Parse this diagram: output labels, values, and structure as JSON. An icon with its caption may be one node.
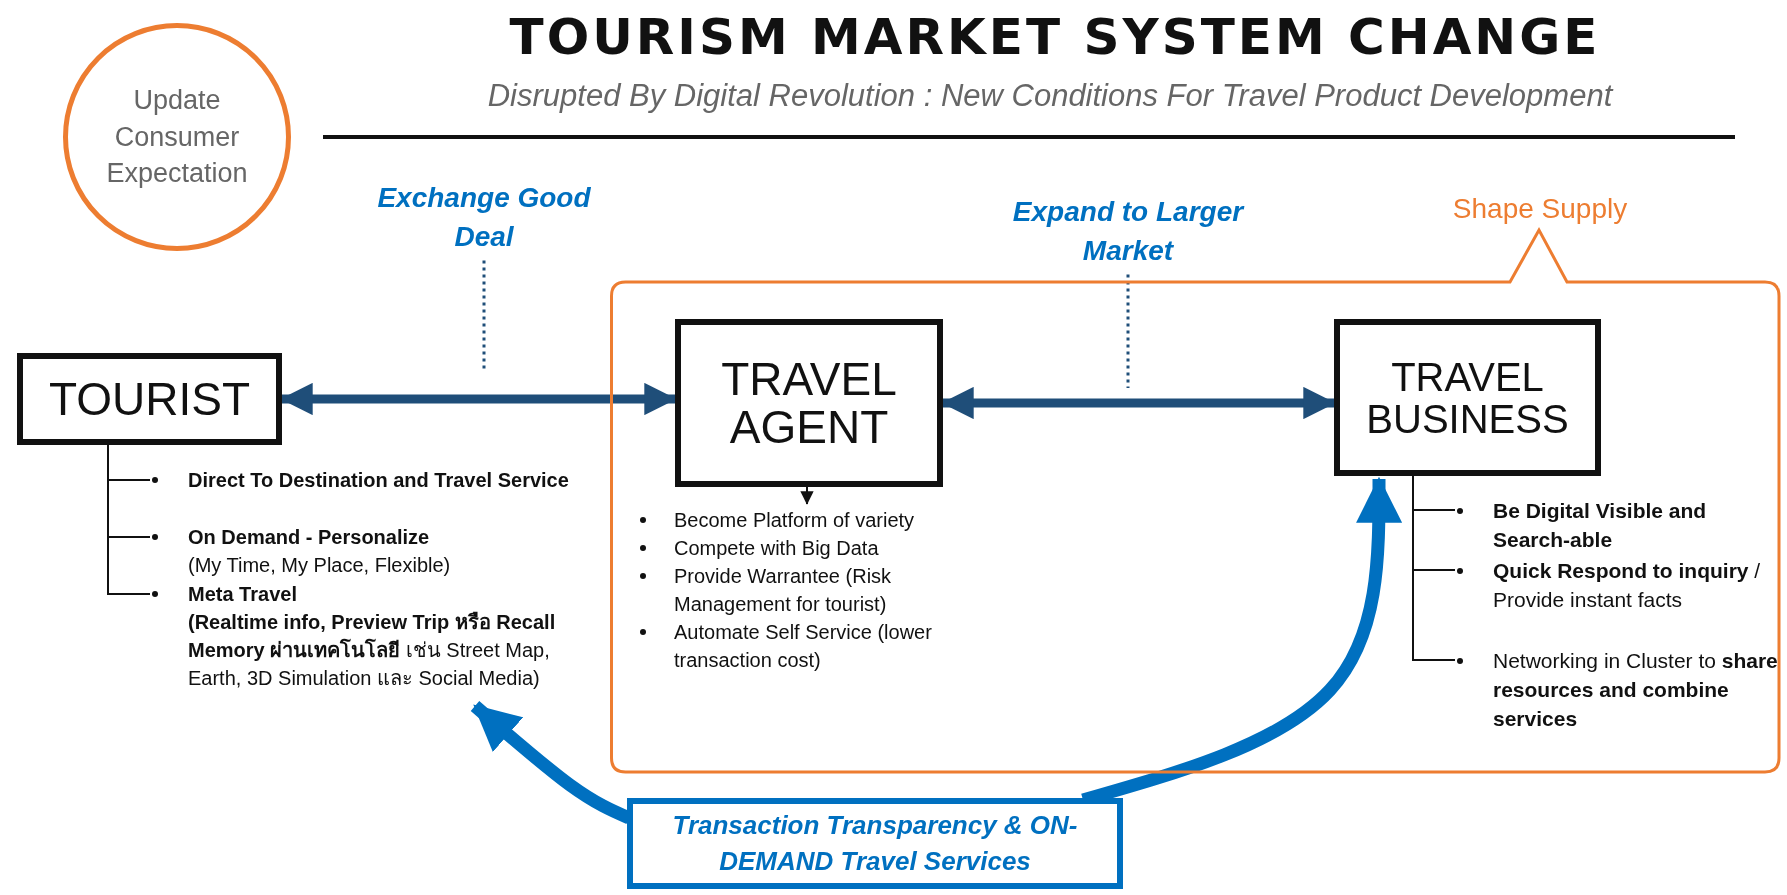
{
  "diagram": {
    "title": "TOURISM MARKET SYSTEM CHANGE",
    "nodes": [
      {
        "text": [
          "Update Consumer Expectation"
        ]
      },
      {
        "text": [
          "Exchange Good Deal"
        ]
      },
      {
        "text": [
          "Expand to Larger Market"
        ]
      },
      {
        "text": [
          "Shape Supply"
        ]
      },
      {
        "text": [
          "TOURIST"
        ]
      },
      {
        "text": [
          "TRAVEL AGENT"
        ],
        "in": 3
      },
      {
        "text": [
          "TRAVEL BUSINESS"
        ],
        "in": 3
      },
      {
        "text": [
          "Direct To Destination and Travel Service"
        ]
      },
      {
        "text": [
          "On Demand - Personalize",
          "(My Time, My Place, Flexible)"
        ]
      },
      {
        "text": [
          "Meta Travel",
          "**(Realtime info, Preview Trip หรือ Recall Memory ผ่านเทคโนโลยี** เช่น Street Map, Earth, 3D Simulation และ Social Media)"
        ]
      },
      {
        "text": [
          "Become Platform of variety",
          "Compete with Big Data",
          "Provide Warrantee (Risk Management for tourist)",
          "Automate Self Service (lower transaction cost)"
        ],
        "in": 3
      },
      {
        "text": [
          "Be Digital Visible and Search-able"
        ],
        "in": 3
      },
      {
        "text": [
          "**Quick Respond to inquiry** / Provide instant facts"
        ],
        "in": 3
      },
      {
        "text": [
          "Networking in Cluster to **share resources and combine services**"
        ],
        "in": 3
      },
      {
        "text": [
          "Transaction Transparency & ON-DEMAND Travel Services"
        ]
      }
    ],
    "edges": [
      {
        "from": 4,
        "to": 5,
        "arrow": "both",
        "style": "thick",
        "color": "#1f4e79"
      },
      {
        "from": 5,
        "to": 6,
        "arrow": "both",
        "style": "thick",
        "color": "#1f4e79"
      },
      {
        "from": 1,
        "to": null,
        "arrow": "none",
        "style": "dashed",
        "color": "#1f4e79"
      },
      {
        "from": 2,
        "to": null,
        "arrow": "none",
        "style": "dashed",
        "color": "#1f4e79"
      },
      {
        "from": 4,
        "to": 7,
        "arrow": "none"
      },
      {
        "from": 4,
        "to": 8,
        "arrow": "none"
      },
      {
        "from": 4,
        "to": 9,
        "arrow": "none"
      },
      {
        "from": 5,
        "to": 10,
        "arrow": "to"
      },
      {
        "from": 6,
        "to": 11,
        "arrow": "none"
      },
      {
        "from": 6,
        "to": 12,
        "arrow": "none"
      },
      {
        "from": 6,
        "to": 13,
        "arrow": "none"
      },
      {
        "from": 14,
        "to": 9,
        "arrow": "to",
        "style": "thick",
        "color": "#0070c0"
      },
      {
        "from": 14,
        "to": 6,
        "arrow": "to",
        "style": "thick",
        "color": "#0070c0"
      }
    ],
    "labels": [
      "Disrupted By Digital Revolution : New Conditions For Travel Product Development"
    ]
  }
}
